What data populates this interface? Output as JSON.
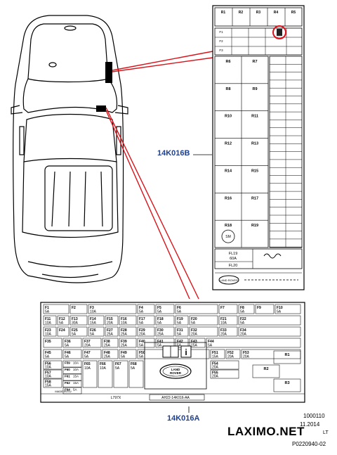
{
  "callouts": {
    "panel_b": "14K016B",
    "panel_a": "14K016A"
  },
  "footer": {
    "code": "1000110",
    "date": "11.2014",
    "suffix": "LT",
    "ref": "P0220940-02",
    "watermark": "LAXIMO.NET"
  },
  "panel_b": {
    "top_relays": [
      "R1",
      "R2",
      "R3",
      "R4",
      "R5"
    ],
    "relays": [
      {
        "left": "R6",
        "right": "R7"
      },
      {
        "left": "R8",
        "right": "R9"
      },
      {
        "left": "R10",
        "right": "R11"
      },
      {
        "left": "R12",
        "right": "R13"
      },
      {
        "left": "R14",
        "right": "R15"
      },
      {
        "left": "R16",
        "right": "R17"
      },
      {
        "left": "R18",
        "right": "R19"
      }
    ],
    "sm_label": "SM",
    "fl19": "FL19",
    "fl19_amp": "60A",
    "fl20": "FL20",
    "side_codes": [
      "F1",
      "F2",
      "F3"
    ]
  },
  "panel_a": {
    "row1": [
      {
        "id": "F1",
        "amp": "5A"
      },
      {
        "id": "F2",
        "amp": ""
      },
      {
        "id": "F3",
        "amp": "10A"
      },
      {
        "id": "F4",
        "amp": "5A"
      },
      {
        "id": "F5",
        "amp": "5A"
      },
      {
        "id": "F6",
        "amp": "5A"
      },
      {
        "id": "F7",
        "amp": ""
      },
      {
        "id": "F8",
        "amp": "5A"
      },
      {
        "id": "F9",
        "amp": ""
      },
      {
        "id": "F10",
        "amp": "5A"
      }
    ],
    "row2": [
      {
        "id": "F11",
        "amp": "10A"
      },
      {
        "id": "F12",
        "amp": "5A"
      },
      {
        "id": "F13",
        "amp": "30A"
      },
      {
        "id": "F14",
        "amp": "15A"
      },
      {
        "id": "F15",
        "amp": "20A"
      },
      {
        "id": "F16",
        "amp": "10A"
      },
      {
        "id": "F17",
        "amp": "5A"
      },
      {
        "id": "F18",
        "amp": "5A"
      },
      {
        "id": "F19",
        "amp": "5A"
      },
      {
        "id": "F20",
        "amp": "5A"
      },
      {
        "id": "F21",
        "amp": "10A"
      },
      {
        "id": "F22",
        "amp": "5A"
      }
    ],
    "row3": [
      {
        "id": "F23",
        "amp": "10A"
      },
      {
        "id": "F24",
        "amp": ""
      },
      {
        "id": "F25",
        "amp": "5A"
      },
      {
        "id": "F26",
        "amp": "5A"
      },
      {
        "id": "F27",
        "amp": "25A"
      },
      {
        "id": "F28",
        "amp": "25A"
      },
      {
        "id": "F29",
        "amp": "20A"
      },
      {
        "id": "F30",
        "amp": "25A"
      },
      {
        "id": "F31",
        "amp": "5A"
      },
      {
        "id": "F32",
        "amp": "20A"
      },
      {
        "id": "F33",
        "amp": "20A"
      },
      {
        "id": "F34",
        "amp": "20A"
      }
    ],
    "row4": [
      {
        "id": "F35",
        "amp": ""
      },
      {
        "id": "F36",
        "amp": "5A"
      },
      {
        "id": "F37",
        "amp": "20A"
      },
      {
        "id": "F38",
        "amp": "25A"
      },
      {
        "id": "F39",
        "amp": "25A"
      },
      {
        "id": "F40",
        "amp": "5A"
      },
      {
        "id": "F41",
        "amp": "5A"
      },
      {
        "id": "F42",
        "amp": "5A"
      },
      {
        "id": "F43",
        "amp": "15A"
      },
      {
        "id": "F44",
        "amp": "5A"
      }
    ],
    "row5": [
      {
        "id": "F45",
        "amp": "5A"
      },
      {
        "id": "F46",
        "amp": "5A"
      },
      {
        "id": "F47",
        "amp": "5A"
      },
      {
        "id": "F48",
        "amp": "25A"
      },
      {
        "id": "F49",
        "amp": "5A"
      },
      {
        "id": "F50",
        "amp": "5A"
      },
      {
        "id": "F51",
        "amp": "15A"
      },
      {
        "id": "F52",
        "amp": "20A"
      },
      {
        "id": "F53",
        "amp": "20A"
      }
    ],
    "left_col": [
      {
        "id": "F56",
        "amp": "10A"
      },
      {
        "id": "F57",
        "amp": "10A"
      },
      {
        "id": "F58",
        "amp": "15A"
      }
    ],
    "mid_col": [
      {
        "id": "F59",
        "amp": "10A"
      },
      {
        "id": "F60",
        "amp": "10A"
      },
      {
        "id": "F61",
        "amp": "15A"
      },
      {
        "id": "F62",
        "amp": "15A"
      },
      {
        "id": "F64",
        "amp": "5A"
      }
    ],
    "tall": [
      {
        "id": "F65",
        "amp": "10A"
      },
      {
        "id": "F66",
        "amp": "10A"
      },
      {
        "id": "F67",
        "amp": "5A"
      },
      {
        "id": "F68",
        "amp": "5A"
      }
    ],
    "right_fuses": [
      {
        "id": "F54",
        "amp": "20A"
      },
      {
        "id": "F55",
        "amp": "20A"
      }
    ],
    "relays": [
      "R1",
      "R2",
      "R3"
    ],
    "part_no": "AH22-14K016-AA",
    "label_code": "L797X",
    "origin": "MADE IN EU"
  },
  "colors": {
    "callout_blue": "#1c3f94",
    "leader_red": "#d8141a",
    "highlight_red": "#e0101a"
  }
}
